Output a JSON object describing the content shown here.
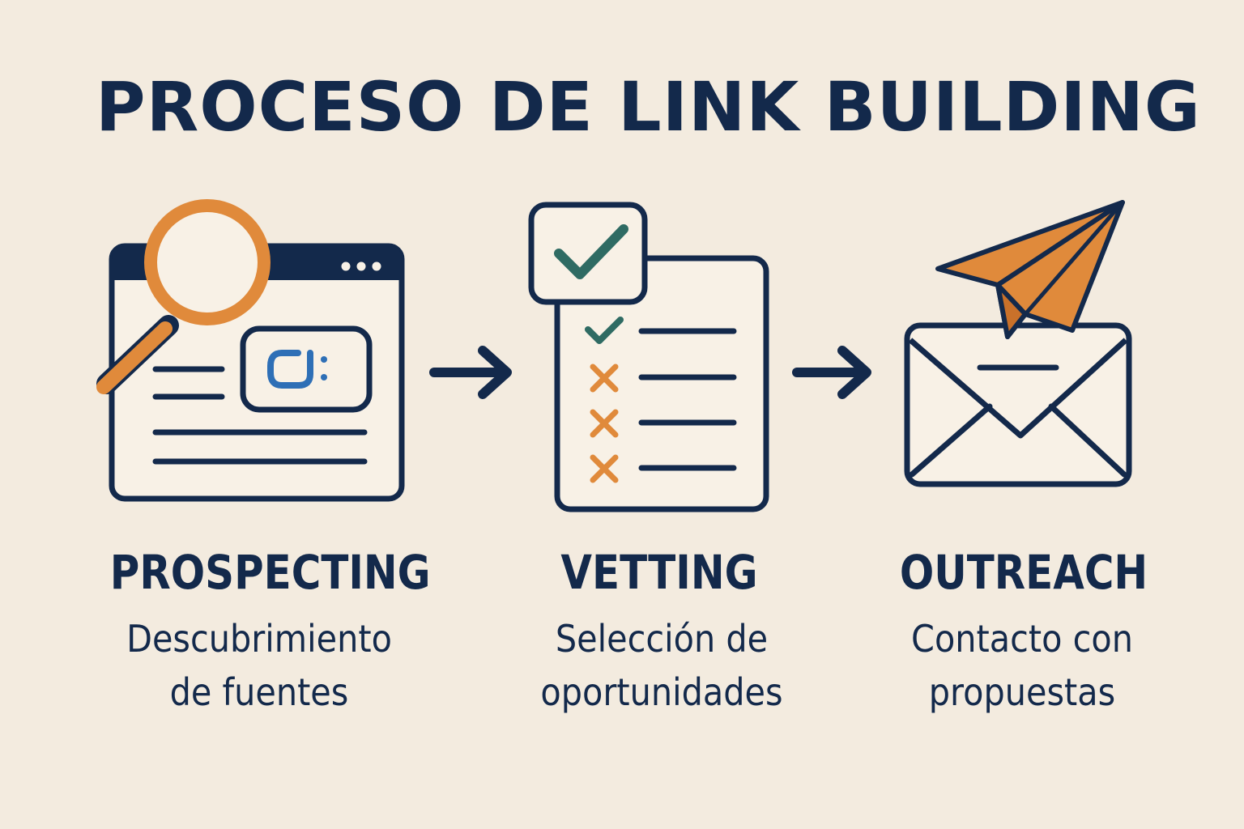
{
  "title": "PROCESO DE LINK BUILDING",
  "colors": {
    "background": "#f3ebdf",
    "navy": "#13294b",
    "orange": "#e08a3b",
    "teal": "#2f6b63",
    "blue": "#2e6fb6",
    "panel": "#f8f1e6"
  },
  "steps": [
    {
      "label": "PROSPECTING",
      "description_lines": [
        "Descubrimiento",
        "de fuentes"
      ],
      "icon": "browser-with-magnifier-icon"
    },
    {
      "label": "VETTING",
      "description_lines": [
        "Selección de",
        "oportunidades"
      ],
      "icon": "checklist-icon"
    },
    {
      "label": "OUTREACH",
      "description_lines": [
        "Contacto con",
        "propuestas"
      ],
      "icon": "envelope-paper-plane-icon"
    }
  ],
  "connectors": [
    "arrow-right-icon",
    "arrow-right-icon"
  ]
}
